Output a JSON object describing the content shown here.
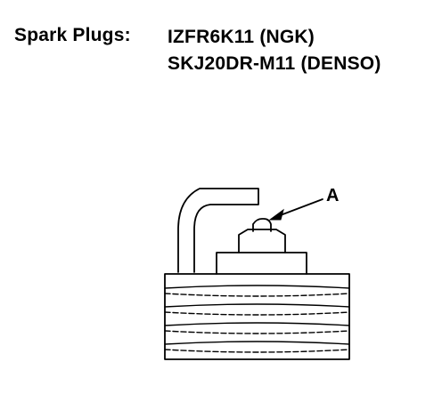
{
  "spec": {
    "label": "Spark Plugs:",
    "plugs": [
      "IZFR6K11 (NGK)",
      "SKJ20DR-M11 (DENSO)"
    ]
  },
  "diagram": {
    "callout": "A"
  }
}
